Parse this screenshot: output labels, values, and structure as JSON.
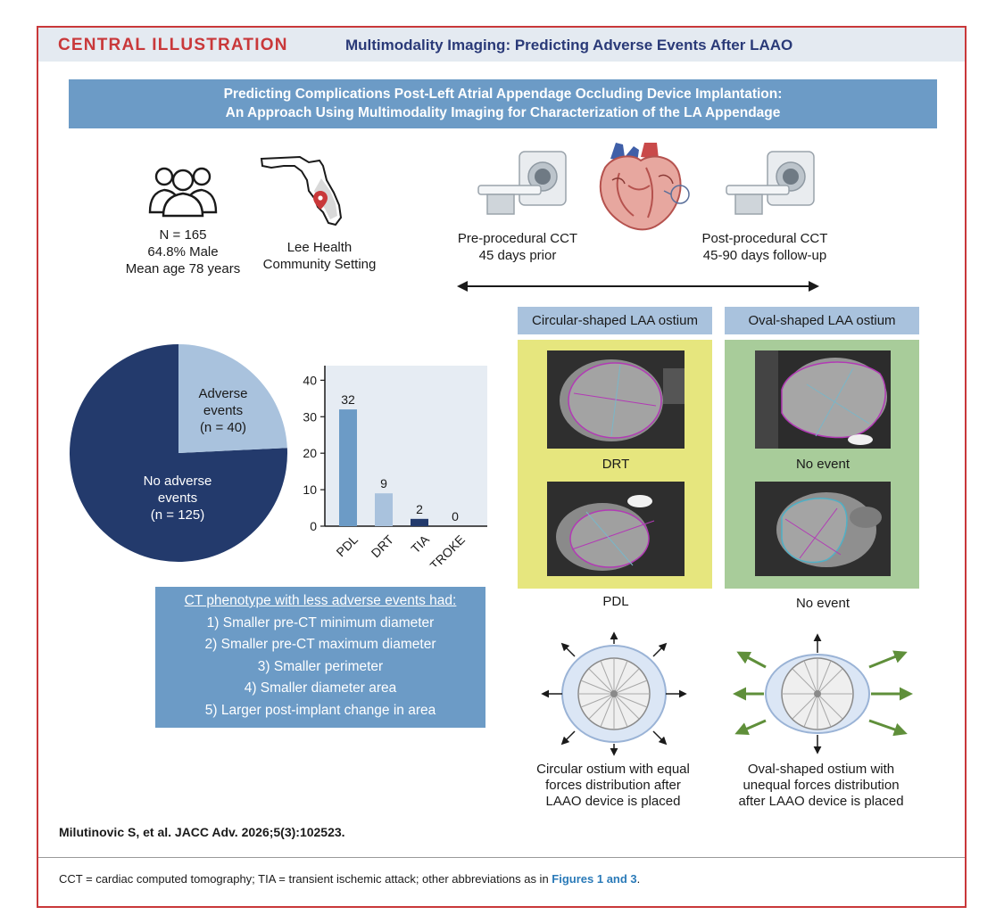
{
  "header": {
    "label": "CENTRAL ILLUSTRATION",
    "title": "Multimodality Imaging: Predicting Adverse Events After LAAO"
  },
  "banner": {
    "line1": "Predicting Complications Post-Left Atrial Appendage Occluding Device Implantation:",
    "line2": "An Approach Using Multimodality Imaging for Characterization of the LA Appendage"
  },
  "cohort": {
    "n": "N = 165",
    "male": "64.8% Male",
    "age": "Mean age 78 years"
  },
  "site": {
    "line1": "Lee Health",
    "line2": "Community Setting"
  },
  "timeline": {
    "pre_line1": "Pre-procedural CCT",
    "pre_line2": "45 days prior",
    "post_line1": "Post-procedural CCT",
    "post_line2": "45-90 days follow-up"
  },
  "pie": {
    "adverse_line1": "Adverse",
    "adverse_line2": "events",
    "adverse_line3": "(n = 40)",
    "none_line1": "No adverse",
    "none_line2": "events",
    "none_line3": "(n = 125)",
    "adverse_value": 40,
    "none_value": 125,
    "adverse_color": "#a9c2dd",
    "none_color": "#233a6c"
  },
  "chart_data": {
    "type": "bar",
    "categories": [
      "PDL",
      "DRT",
      "TIA",
      "STROKE"
    ],
    "values": [
      32,
      9,
      2,
      0
    ],
    "colors": [
      "#6c9bc6",
      "#a9c2dd",
      "#233a6c",
      "#233a6c"
    ],
    "ylim": [
      0,
      44
    ],
    "yticks": [
      0,
      10,
      20,
      30,
      40
    ],
    "title": "",
    "xlabel": "",
    "ylabel": ""
  },
  "phenotype": {
    "heading": "CT phenotype with less adverse events had:",
    "items": [
      "1) Smaller pre-CT minimum diameter",
      "2) Smaller pre-CT maximum diameter",
      "3) Smaller perimeter",
      "4) Smaller diameter area",
      "5) Larger post-implant change in area"
    ]
  },
  "circular": {
    "header": "Circular-shaped LAA ostium",
    "label_top": "DRT",
    "label_bottom": "PDL",
    "desc_line1": "Circular ostium with equal",
    "desc_line2": "forces distribution after",
    "desc_line3": "LAAO device is placed"
  },
  "oval": {
    "header": "Oval-shaped LAA ostium",
    "label_top": "No event",
    "label_bottom": "No event",
    "desc_line1": "Oval-shaped ostium with",
    "desc_line2": "unequal forces distribution",
    "desc_line3": "after LAAO device is placed"
  },
  "citation": "Milutinovic S, et al. JACC Adv. 2026;5(3):102523.",
  "footnote": {
    "text": "CCT = cardiac computed tomography; TIA = transient ischemic attack; other abbreviations as in ",
    "link": "Figures 1 and 3",
    "end": "."
  }
}
